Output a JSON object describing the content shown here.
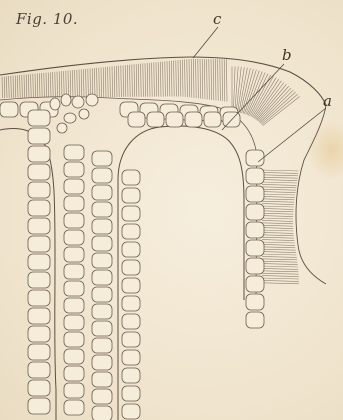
{
  "figure": {
    "title": "Fig. 10.",
    "labels": {
      "a": "a",
      "b": "b",
      "c": "c"
    }
  }
}
